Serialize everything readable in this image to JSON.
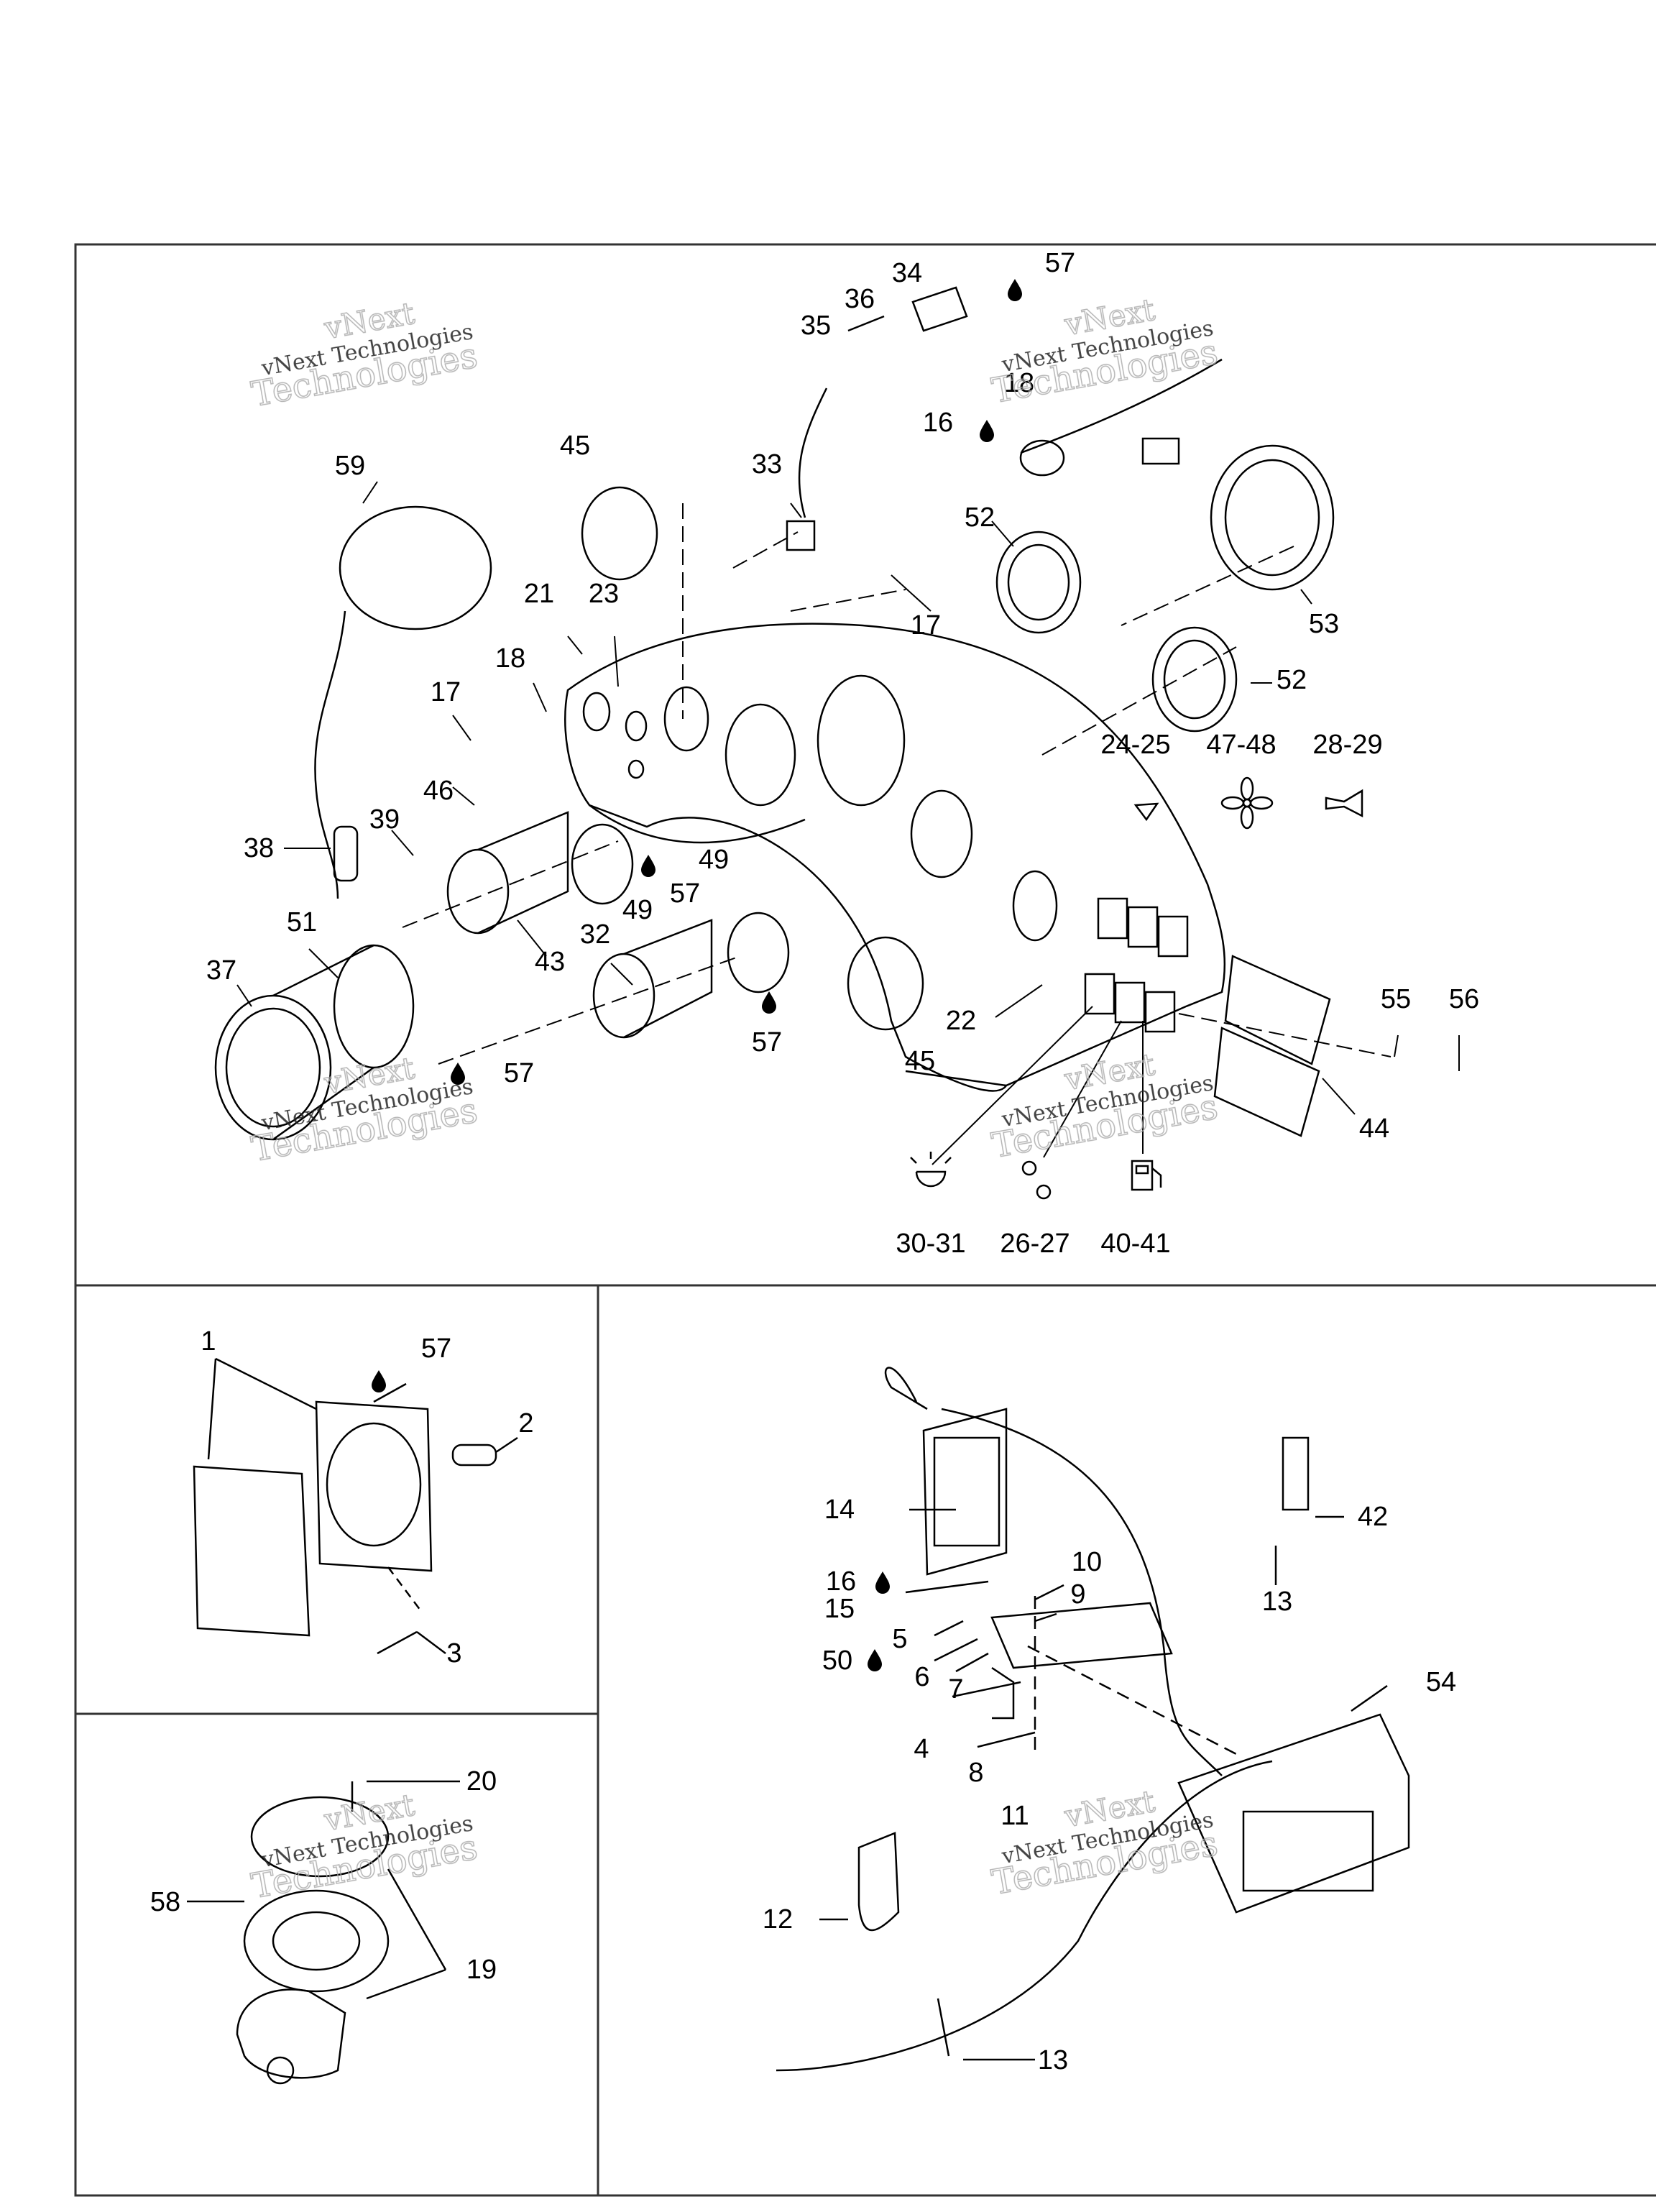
{
  "watermark": {
    "line1": "vNext",
    "line2": "vNext Technologies",
    "line3": "Technologies"
  },
  "panel_main": {
    "callouts": [
      "57",
      "36",
      "34",
      "35",
      "18",
      "16",
      "33",
      "59",
      "45",
      "52",
      "53",
      "21",
      "23",
      "17",
      "18",
      "17",
      "46",
      "39",
      "38",
      "51",
      "37",
      "43",
      "32",
      "49",
      "49",
      "57",
      "57",
      "45",
      "22",
      "52",
      "24-25",
      "47-48",
      "28-29",
      "55",
      "56",
      "44",
      "57",
      "30-31",
      "26-27",
      "40-41"
    ]
  },
  "panel_meter": {
    "callouts": [
      "1",
      "57",
      "2",
      "3"
    ]
  },
  "panel_horn": {
    "callouts": [
      "20",
      "58",
      "19"
    ]
  },
  "panel_radio": {
    "callouts": [
      "14",
      "42",
      "13",
      "16",
      "10",
      "15",
      "9",
      "50",
      "5",
      "6",
      "7",
      "54",
      "4",
      "8",
      "11",
      "12",
      "13"
    ]
  },
  "colors": {
    "line": "#000000",
    "frame": "#333333",
    "watermark": "#9a9a9a"
  },
  "icons": [
    "fuel-drop-icon",
    "fan-icon",
    "horn-icon",
    "light-icon",
    "defrost-icon",
    "fuel-pump-icon",
    "tilt-icon"
  ]
}
